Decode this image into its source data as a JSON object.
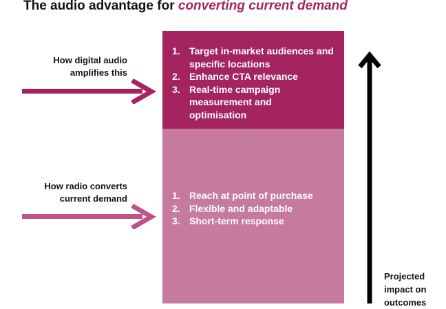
{
  "title": {
    "prefix": "The audio advantage for ",
    "highlight": "converting current demand"
  },
  "digital": {
    "label_line1": "How digital audio",
    "label_line2": "amplifies this",
    "items": [
      {
        "num": "1.",
        "text": "Target in-market audiences and specific locations"
      },
      {
        "num": "2.",
        "text": "Enhance CTA relevance"
      },
      {
        "num": "3.",
        "text": "Real-time campaign measurement and optimisation"
      }
    ]
  },
  "radio": {
    "label_line1": "How radio converts",
    "label_line2": "current demand",
    "items": [
      {
        "num": "1.",
        "text": "Reach at point of purchase"
      },
      {
        "num": "2.",
        "text": "Flexible and adaptable"
      },
      {
        "num": "3.",
        "text": "Short-term response"
      }
    ]
  },
  "impact": {
    "line1": "Projected",
    "line2": "impact on",
    "line3": "outcomes"
  },
  "colors": {
    "dark": "#a3245f",
    "light": "#c67a9f",
    "arrow_top": "#a3245f",
    "arrow_bottom": "#c0528a"
  }
}
